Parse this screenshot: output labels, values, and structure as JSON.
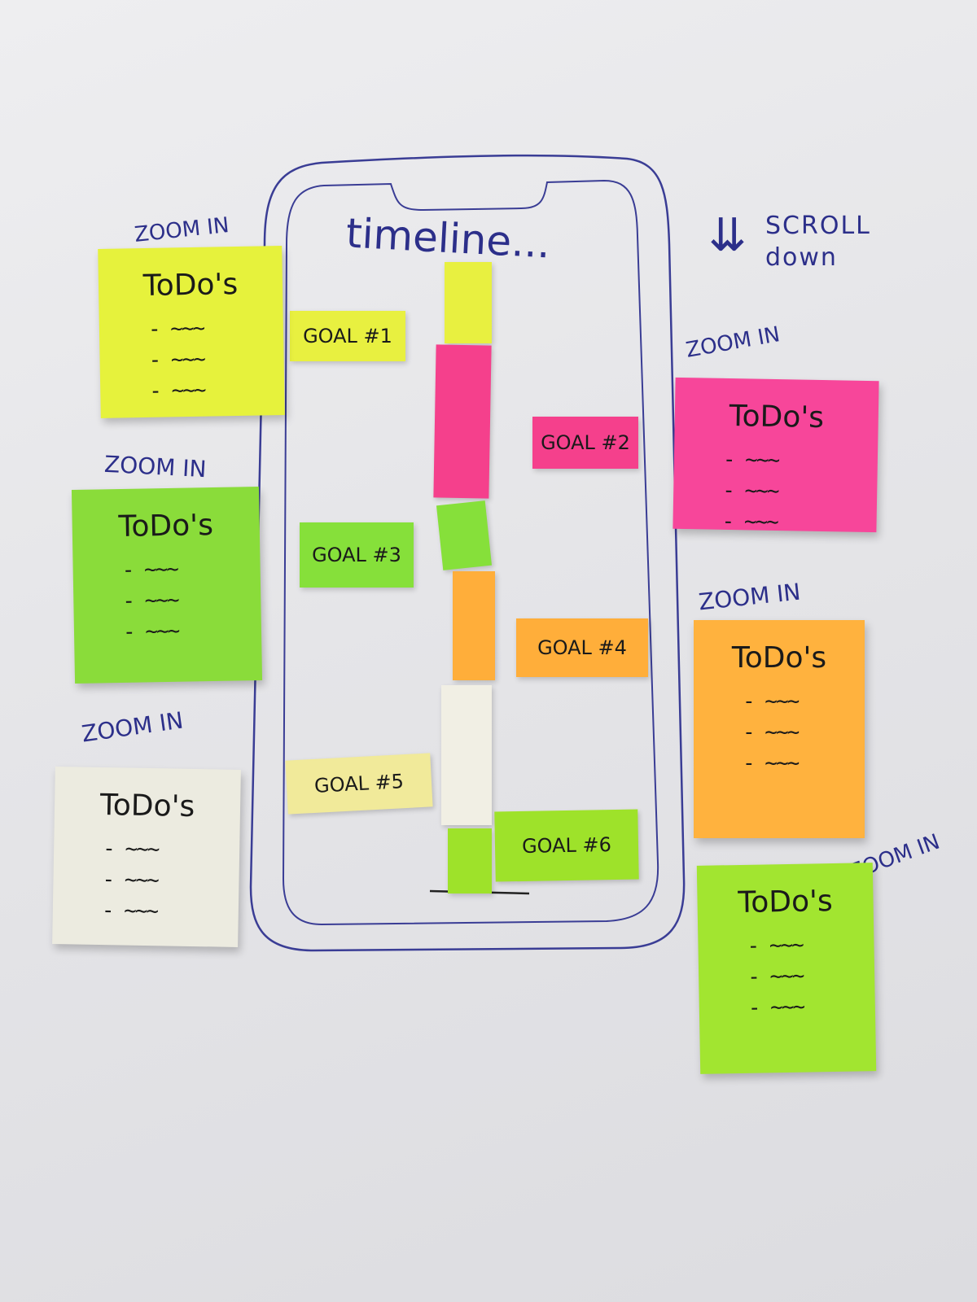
{
  "header": {
    "title": "timeline...",
    "scroll_hint": "SCROLL down",
    "scroll_arrow": "⇊"
  },
  "zoom_label": "ZOOM IN",
  "todo_title": "ToDo's",
  "todo_item": "- ~~~",
  "goals": [
    {
      "label": "GOAL #1",
      "color": "#e8f040"
    },
    {
      "label": "GOAL #2",
      "color": "#f5408c"
    },
    {
      "label": "GOAL #3",
      "color": "#86e03a"
    },
    {
      "label": "GOAL #4",
      "color": "#ffae3a"
    },
    {
      "label": "GOAL #5",
      "color": "#f1ea9a"
    },
    {
      "label": "GOAL #6",
      "color": "#9ee22a"
    }
  ],
  "todo_notes": [
    {
      "goal": 1,
      "color": "#e6f23c"
    },
    {
      "goal": 2,
      "color": "#f7469a"
    },
    {
      "goal": 3,
      "color": "#8adc3a"
    },
    {
      "goal": 4,
      "color": "#ffb23e"
    },
    {
      "goal": 5,
      "color": "#ecebe0"
    },
    {
      "goal": 6,
      "color": "#a2e530"
    }
  ],
  "colors": {
    "ink": "#2c2f8a",
    "paper": "#e6e6e8"
  }
}
